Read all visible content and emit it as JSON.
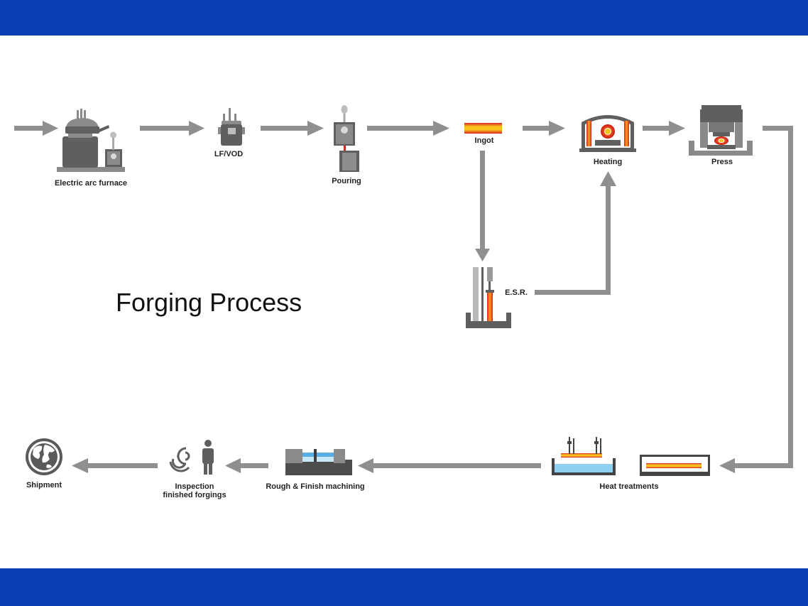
{
  "title": "Forging Process",
  "colors": {
    "band": "#0a3db2",
    "arrow": "#8f8f8f",
    "machine_dark": "#5f5f5f",
    "machine_mid": "#8a8a8a",
    "hot_orange": "#f39a1d",
    "hot_red": "#d8241e",
    "water": "#8fd0f0"
  },
  "icons": [
    "electric-arc-furnace-icon",
    "lf-vod-icon",
    "pouring-icon",
    "ingot-icon",
    "esr-icon",
    "heating-furnace-icon",
    "press-icon",
    "heat-treatment-icon",
    "machining-icon",
    "inspection-icon",
    "globe-icon"
  ],
  "stages": {
    "eaf": "Electric arc furnace",
    "lfvod": "LF/VOD",
    "pouring": "Pouring",
    "ingot": "Ingot",
    "esr": "E.S.R.",
    "heating": "Heating",
    "press": "Press",
    "heat_treatments": "Heat treatments",
    "machining": "Rough & Finish machining",
    "inspection_line1": "Inspection",
    "inspection_line2": "finished forgings",
    "shipment": "Shipment"
  }
}
